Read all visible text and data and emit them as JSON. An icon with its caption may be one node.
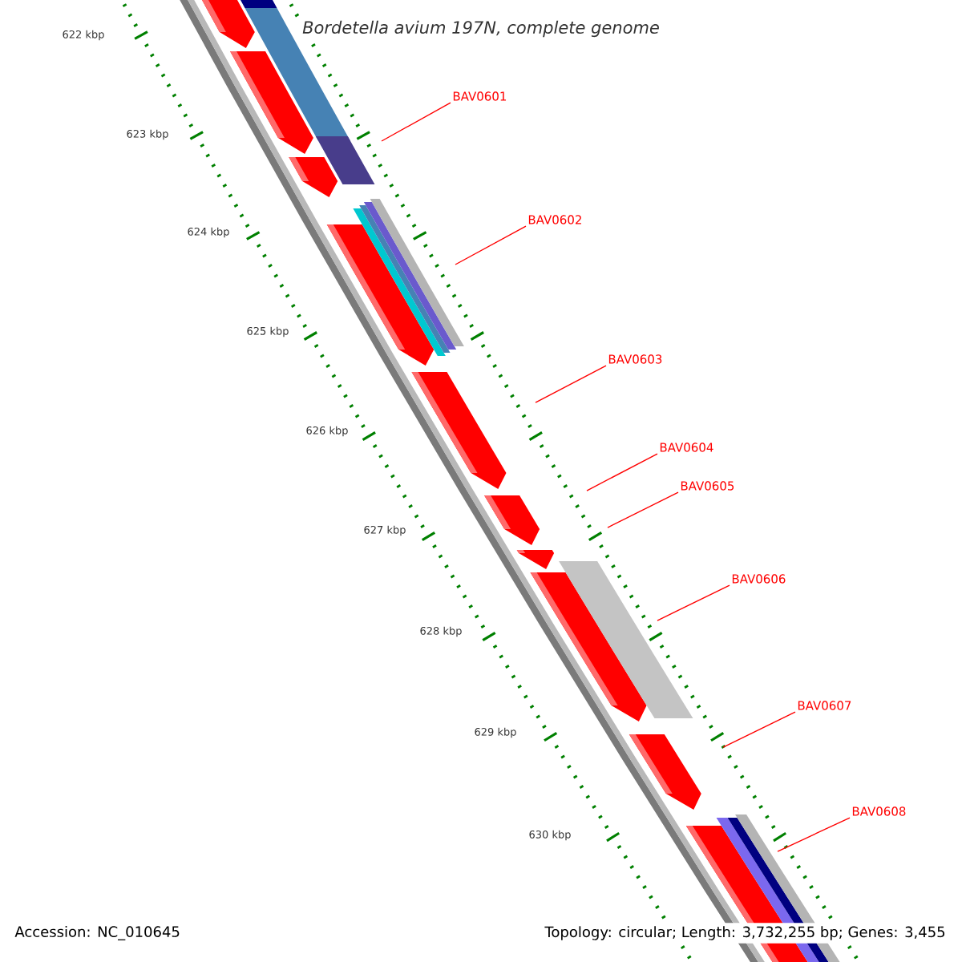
{
  "diagram": {
    "title": "Bordetella avium 197N, complete genome",
    "nodes": [
      {
        "text": [
          "BAV0601"
        ]
      },
      {
        "text": [
          "BAV0602"
        ]
      },
      {
        "text": [
          "BAV0603"
        ]
      },
      {
        "text": [
          "BAV0604"
        ]
      },
      {
        "text": [
          "BAV0605"
        ]
      },
      {
        "text": [
          "BAV0606"
        ]
      },
      {
        "text": [
          "BAV0607"
        ]
      },
      {
        "text": [
          "BAV0608"
        ]
      }
    ],
    "edges": [
      {
        "from": 0,
        "to": null,
        "arrow": "none"
      },
      {
        "from": 1,
        "to": null,
        "arrow": "none"
      },
      {
        "from": 2,
        "to": null,
        "arrow": "none"
      },
      {
        "from": 3,
        "to": null,
        "arrow": "none"
      },
      {
        "from": 4,
        "to": null,
        "arrow": "none"
      },
      {
        "from": 5,
        "to": null,
        "arrow": "none"
      },
      {
        "from": 6,
        "to": null,
        "arrow": "none"
      },
      {
        "from": 7,
        "to": null,
        "arrow": "none"
      }
    ],
    "labels": [
      "622 kbp",
      "623 kbp",
      "624 kbp",
      "625 kbp",
      "626 kbp",
      "627 kbp",
      "628 kbp",
      "629 kbp",
      "630 kbp",
      "Accession: NC_010645",
      "Topology: circular; Length: 3,732,255 bp; Genes: 3,455"
    ]
  }
}
